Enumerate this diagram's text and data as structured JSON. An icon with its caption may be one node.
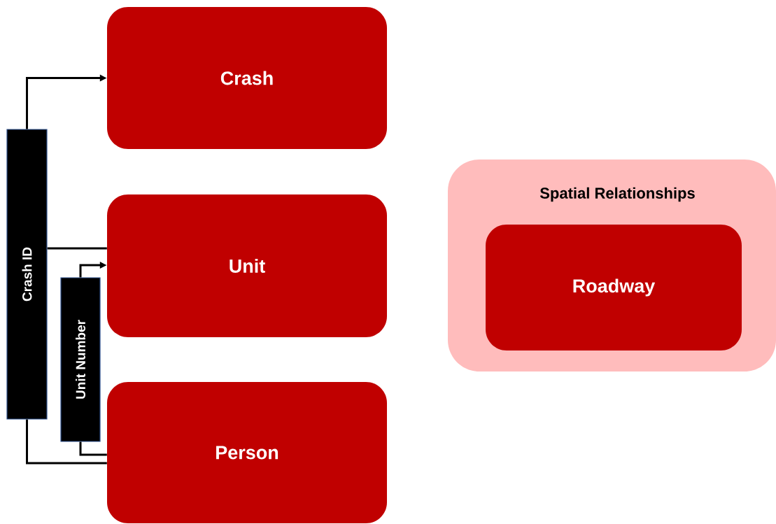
{
  "diagram": {
    "nodes": [
      {
        "text": [
          "Crash"
        ]
      },
      {
        "text": [
          "Crash ID"
        ]
      },
      {
        "text": [
          "Unit"
        ]
      },
      {
        "text": [
          "Unit Number"
        ]
      },
      {
        "text": [
          "Person"
        ]
      },
      {
        "text": [
          "Spatial Relationships"
        ]
      },
      {
        "text": [
          "Roadway"
        ],
        "in": 5
      }
    ],
    "edges": [
      {
        "from": 1,
        "to": 0,
        "arrow": "to"
      },
      {
        "from": 1,
        "to": 2,
        "arrow": "none"
      },
      {
        "from": 3,
        "to": 2,
        "arrow": "to"
      },
      {
        "from": 3,
        "to": 4,
        "arrow": "none"
      },
      {
        "from": 1,
        "to": 4,
        "arrow": "none"
      }
    ]
  }
}
